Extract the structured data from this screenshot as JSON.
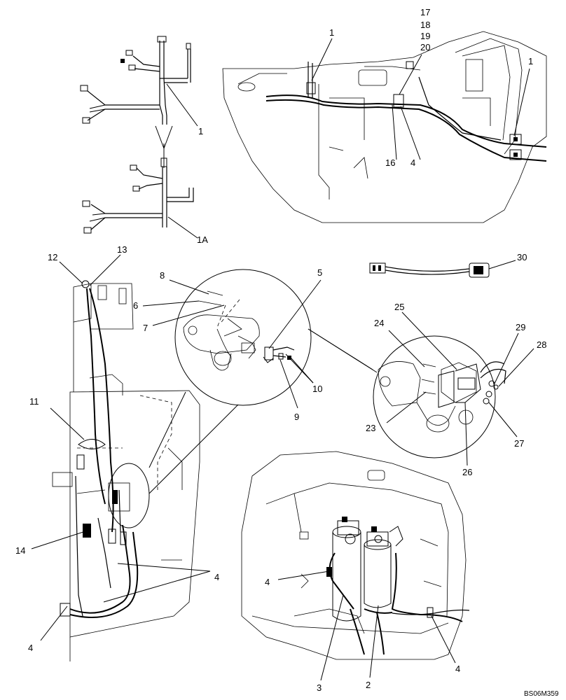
{
  "diagram": {
    "reference_code": "BS06M359",
    "callouts": {
      "c1a": "1",
      "c1b": "1",
      "c1c": "1",
      "c1A": "1A",
      "c17": "17",
      "c18": "18",
      "c19": "19",
      "c20": "20",
      "c16": "16",
      "c4a": "4",
      "c12": "12",
      "c13": "13",
      "c11": "11",
      "c14": "14",
      "c4b": "4",
      "c4c": "4",
      "c8": "8",
      "c6": "6",
      "c7": "7",
      "c5": "5",
      "c10": "10",
      "c9": "9",
      "c30": "30",
      "c25": "25",
      "c24": "24",
      "c29": "29",
      "c28": "28",
      "c23": "23",
      "c27": "27",
      "c26": "26",
      "c4d": "4",
      "c4e": "4",
      "c3": "3",
      "c2": "2"
    }
  }
}
